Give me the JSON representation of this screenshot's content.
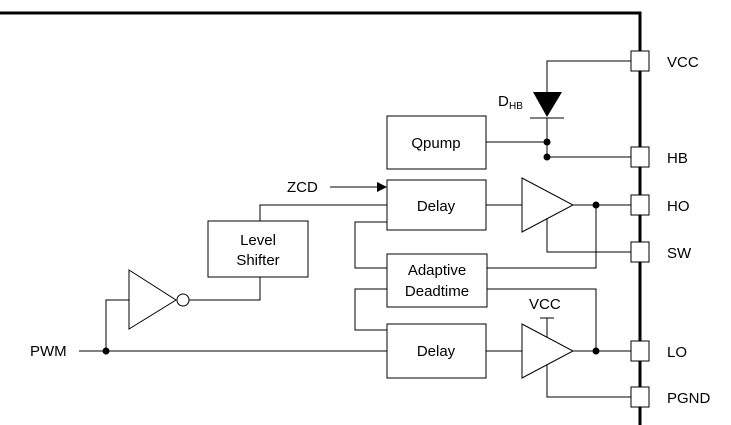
{
  "blocks": {
    "qpump": "Qpump",
    "delay_high": "Delay",
    "delay_low": "Delay",
    "level_shifter_line1": "Level",
    "level_shifter_line2": "Shifter",
    "adaptive_line1": "Adaptive",
    "adaptive_line2": "Deadtime"
  },
  "pins": {
    "vcc": "VCC",
    "hb": "HB",
    "ho": "HO",
    "sw": "SW",
    "lo": "LO",
    "pgnd": "PGND"
  },
  "signals": {
    "zcd": "ZCD",
    "pwm": "PWM",
    "driver_supply": "VCC",
    "diode_main": "D",
    "diode_sub": "HB"
  }
}
